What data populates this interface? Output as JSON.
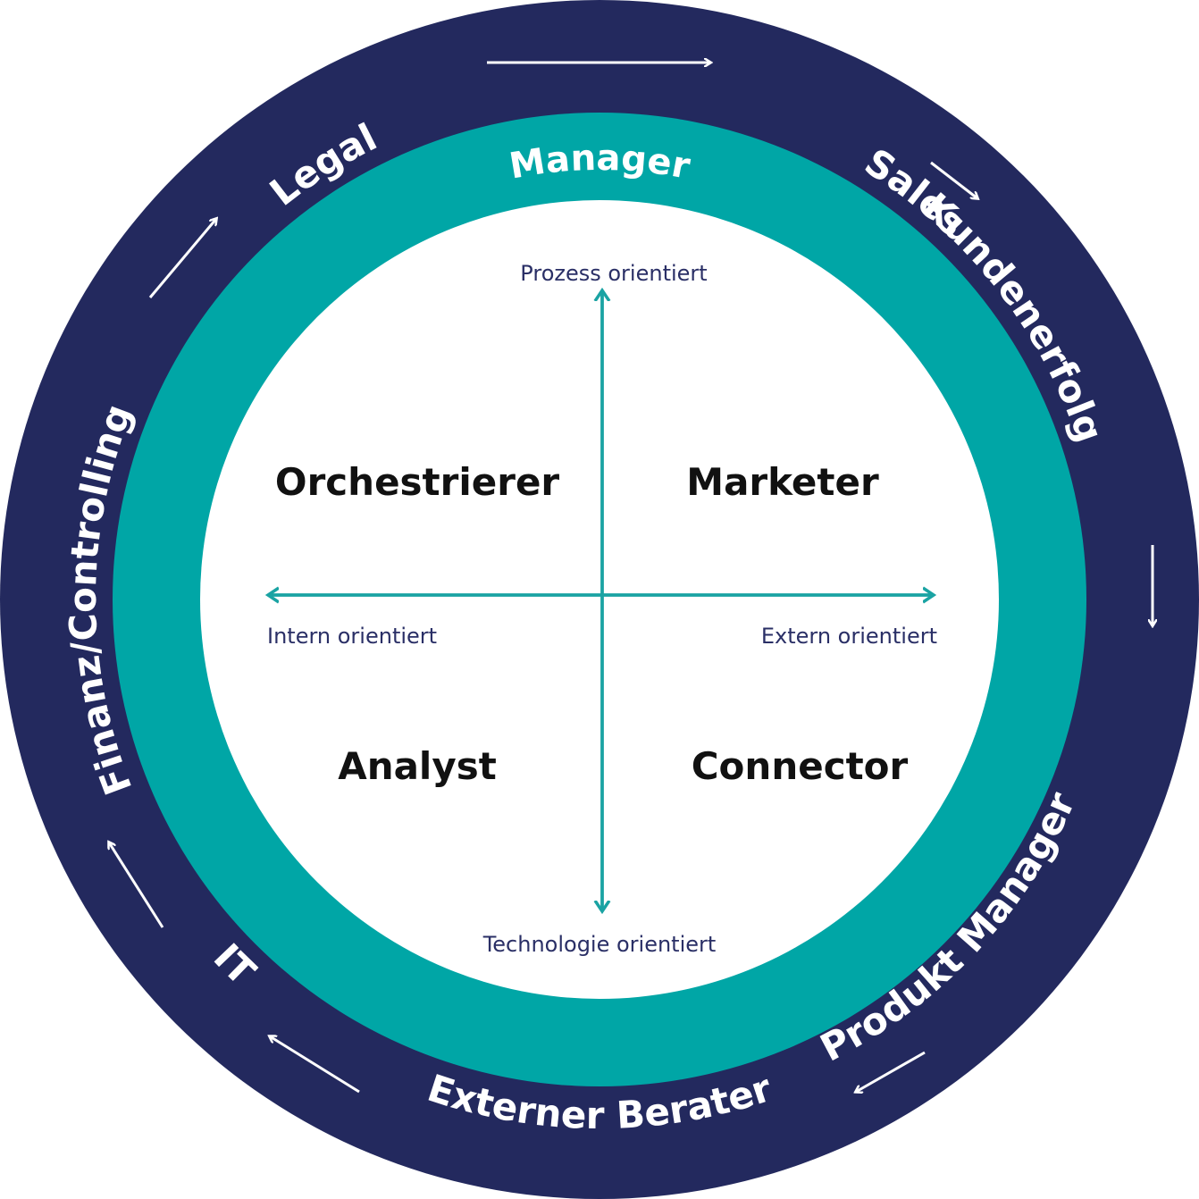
{
  "colors": {
    "outer_ring": "#23295e",
    "teal_ring": "#00a6a6",
    "inner_fill": "#ffffff",
    "axis": "#1aa3a3",
    "axis_text": "#2a2f66",
    "quad_text": "#111111",
    "ring_text": "#ffffff"
  },
  "outer_ring": {
    "roles": [
      "Legal",
      "Sales",
      "Kundenerfolg",
      "Produkt Manager",
      "Externer Berater",
      "IT",
      "Finanz/Controlling"
    ]
  },
  "teal_ring": {
    "label": "Manager"
  },
  "axes": {
    "top": "Prozess orientiert",
    "bottom": "Technologie orientiert",
    "left": "Intern orientiert",
    "right": "Extern orientiert"
  },
  "quadrants": {
    "top_left": "Orchestrierer",
    "top_right": "Marketer",
    "bottom_left": "Analyst",
    "bottom_right": "Connector"
  }
}
